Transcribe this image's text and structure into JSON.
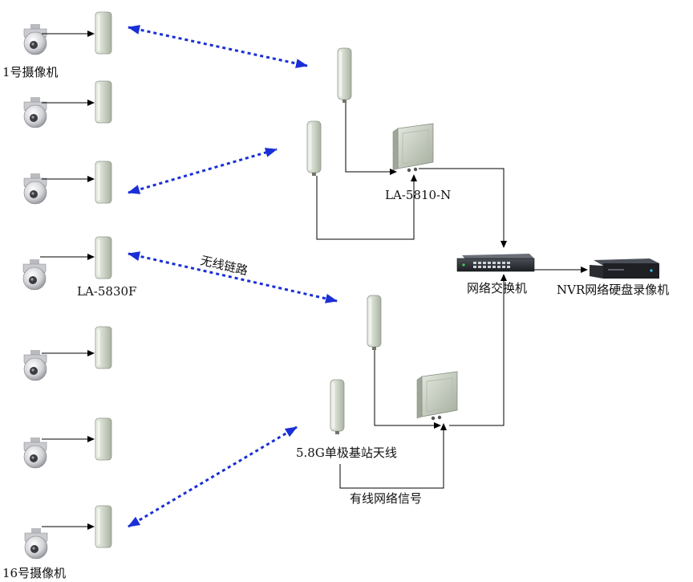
{
  "labels": {
    "camera_first": "1号摄像机",
    "camera_last": "16号摄像机",
    "cpe_model": "LA-5830F",
    "base_model": "LA-5810-N",
    "wireless_link": "无线链路",
    "switch": "网络交换机",
    "nvr": "NVR网络硬盘录像机",
    "sector_antenna": "5.8G单极基站天线",
    "wired_signal": "有线网络信号"
  },
  "colors": {
    "wireless_link": "#1a2fd6",
    "wire": "#000000",
    "antenna_body": "#c7cfc2",
    "camera_body": "#d9dadc",
    "switch_body": "#2a2d33",
    "nvr_body": "#1e2024"
  },
  "icons": {
    "camera": "ptz-dome-camera-icon",
    "cpe": "cpe-panel-antenna-icon",
    "sector": "sector-antenna-icon",
    "base": "base-station-radio-icon",
    "switch": "network-switch-icon",
    "nvr": "nvr-recorder-icon"
  }
}
